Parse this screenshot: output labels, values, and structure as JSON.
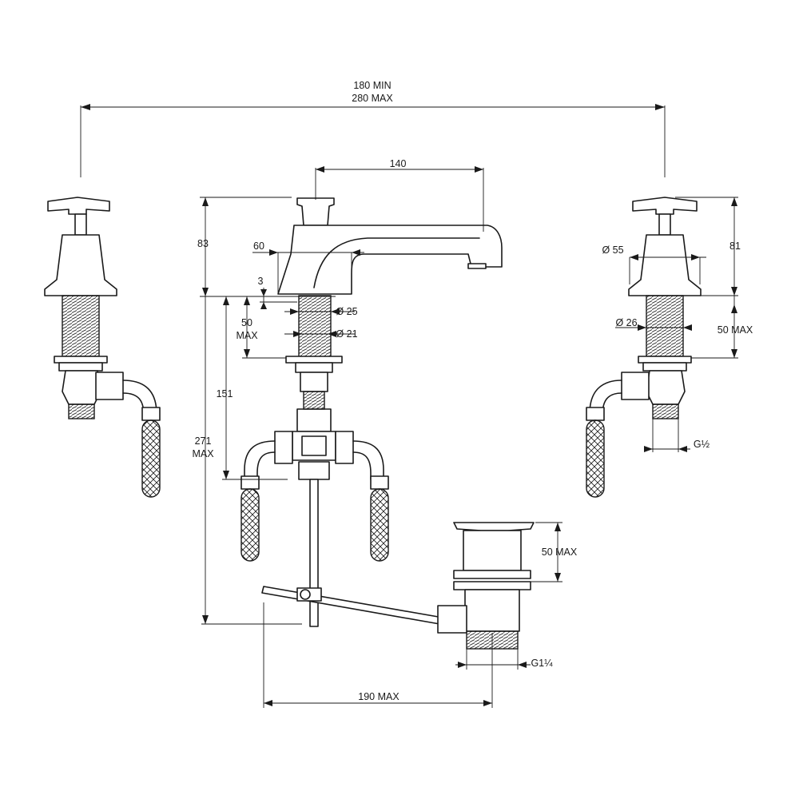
{
  "dimensions": {
    "overall_width_min": "180 MIN",
    "overall_width_max": "280 MAX",
    "spout_reach": "140",
    "spout_height": "83",
    "spout_base": "60",
    "spout_plate": "3",
    "spout_thread_length_a": "50",
    "spout_thread_length_b": "MAX",
    "spout_dia_outer": "Ø 25",
    "spout_dia_inner": "Ø 21",
    "total_depth": "151",
    "body_length_a": "271",
    "body_length_b": "MAX",
    "handle_dia": "Ø 55",
    "valve_dia": "Ø 26",
    "handle_height": "81",
    "valve_thread_length": "50 MAX",
    "valve_connection": "G½",
    "waste_thread_length": "50 MAX",
    "waste_connection": "G1¼",
    "waste_distance": "190 MAX"
  }
}
